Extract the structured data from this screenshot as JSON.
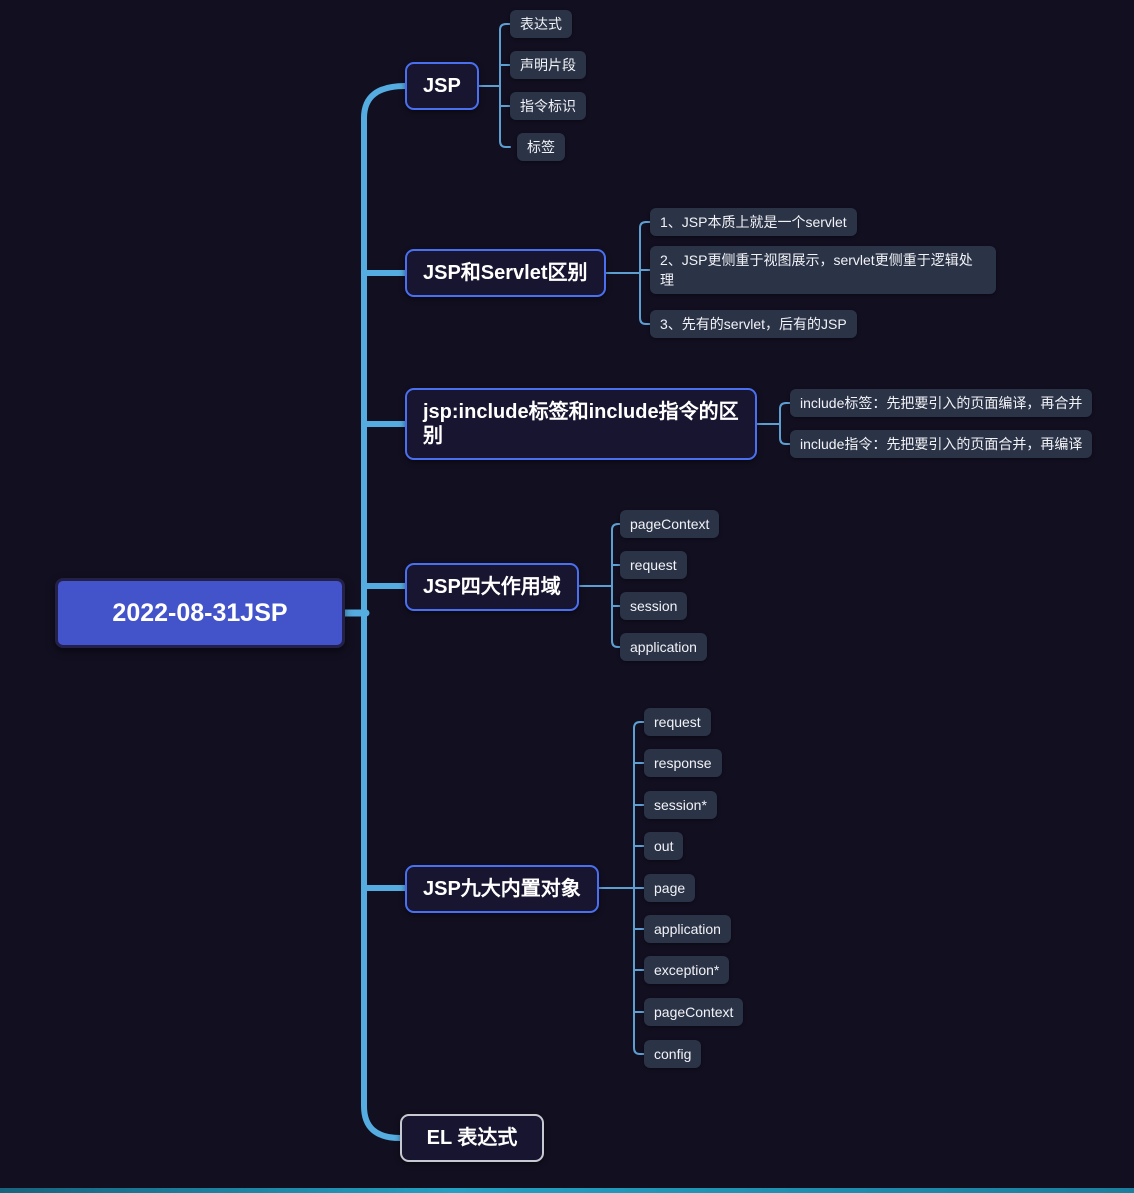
{
  "root": {
    "label": "2022-08-31JSP"
  },
  "branches": [
    {
      "label": "JSP",
      "children": [
        "表达式",
        "声明片段",
        "指令标识",
        "标签"
      ]
    },
    {
      "label": "JSP和Servlet区别",
      "children": [
        "1、JSP本质上就是一个servlet",
        "2、JSP更侧重于视图展示，servlet更侧重于逻辑处理",
        "3、先有的servlet，后有的JSP"
      ]
    },
    {
      "label": "jsp:include标签和include指令的区别",
      "children": [
        "include标签：先把要引入的页面编译，再合并",
        "include指令：先把要引入的页面合并，再编译"
      ]
    },
    {
      "label": "JSP四大作用域",
      "children": [
        "pageContext",
        "request",
        "session",
        "application"
      ]
    },
    {
      "label": "JSP九大内置对象",
      "children": [
        "request",
        "response",
        "session*",
        "out",
        "page",
        "application",
        "exception*",
        "pageContext",
        "config"
      ]
    },
    {
      "label": "EL 表达式",
      "children": []
    }
  ],
  "colors": {
    "background": "#120f20",
    "root_fill": "#4353c9",
    "branch_fill": "#181530",
    "branch_border": "#4a6ff0",
    "child_fill": "#2b3347",
    "connector_main": "#55ace0",
    "connector_child": "#5e9fd2",
    "el_border": "#c6c8d2",
    "text": "#ffffff"
  }
}
